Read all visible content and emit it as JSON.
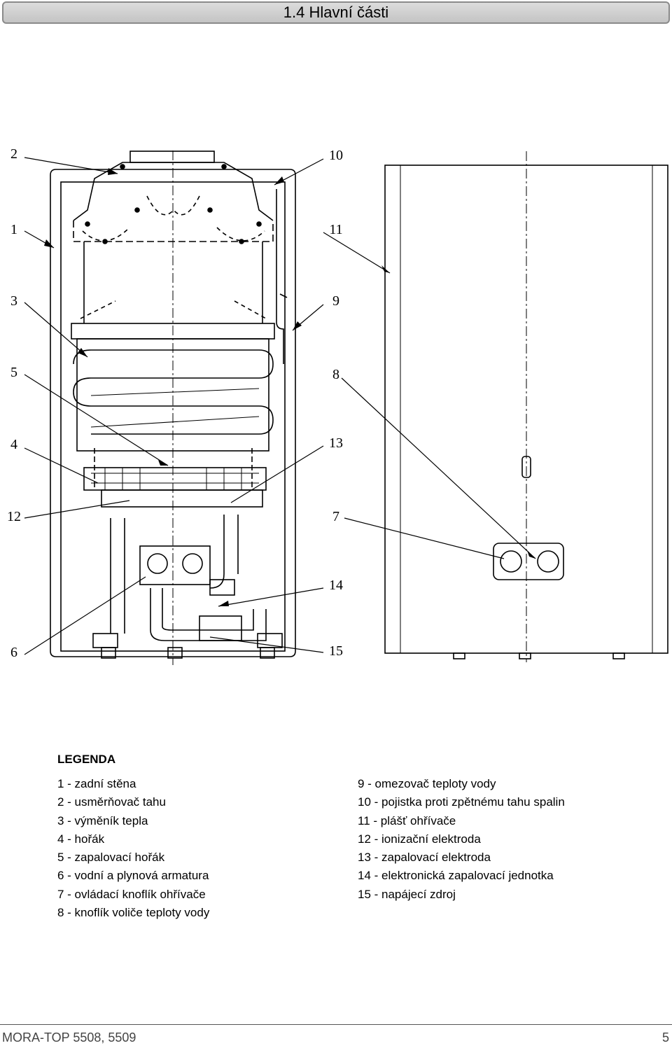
{
  "header": {
    "title": "1.4 Hlavní části"
  },
  "callouts": {
    "c1": "1",
    "c2": "2",
    "c3": "3",
    "c4": "4",
    "c5": "5",
    "c6": "6",
    "c7": "7",
    "c8": "8",
    "c9": "9",
    "c10": "10",
    "c11": "11",
    "c12": "12",
    "c13": "13",
    "c14": "14",
    "c15": "15"
  },
  "legend": {
    "heading": "LEGENDA",
    "left": [
      "1 - zadní stěna",
      "2 - usměrňovač tahu",
      "3 - výměník tepla",
      "4 - hořák",
      "5 - zapalovací hořák",
      "6 - vodní a plynová armatura",
      "7 - ovládací knoflík ohřívače",
      "8 - knoflík voliče teploty vody"
    ],
    "right": [
      "9 - omezovač teploty vody",
      "10 - pojistka proti zpětnému tahu spalin",
      "11 - plášť ohřívače",
      "12 - ionizační elektroda",
      "13 - zapalovací elektroda",
      "14 - elektronická zapalovací jednotka",
      "15 - napájecí zdroj"
    ]
  },
  "footer": {
    "model": "MORA-TOP 5508, 5509",
    "page": "5"
  }
}
